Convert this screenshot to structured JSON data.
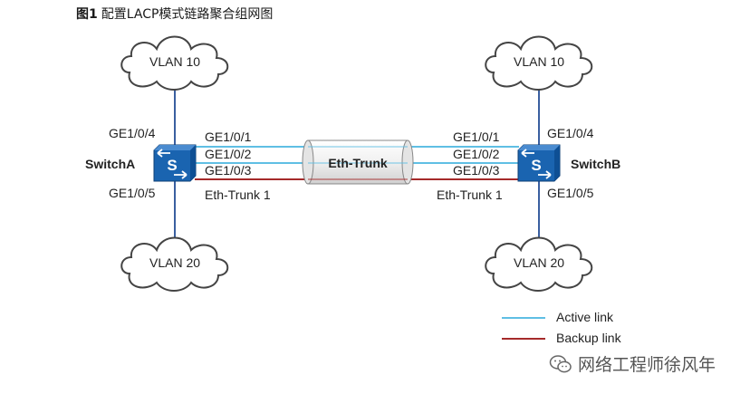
{
  "caption": {
    "figure_no": "图1",
    "title": "配置LACP模式链路聚合组网图"
  },
  "vlans": {
    "top": "VLAN 10",
    "bottom": "VLAN 20"
  },
  "switch_a": {
    "name": "SwitchA",
    "port_up": "GE1/0/4",
    "port_down": "GE1/0/5",
    "trunk_label": "Eth-Trunk 1"
  },
  "switch_b": {
    "name": "SwitchB",
    "port_up": "GE1/0/4",
    "port_down": "GE1/0/5",
    "trunk_label": "Eth-Trunk 1"
  },
  "member_ports": [
    "GE1/0/1",
    "GE1/0/2",
    "GE1/0/3"
  ],
  "trunk_tube_label": "Eth-Trunk",
  "switch_icon_glyph": "S",
  "legend": {
    "active": {
      "label": "Active link",
      "color": "#5fbfe4"
    },
    "backup": {
      "label": "Backup link",
      "color": "#a52a2a"
    }
  },
  "watermark": "网络工程师徐风年",
  "colors": {
    "switch_fill": "#1a64b0",
    "cloud_stroke": "#444444",
    "line": "#3a5fa0"
  }
}
